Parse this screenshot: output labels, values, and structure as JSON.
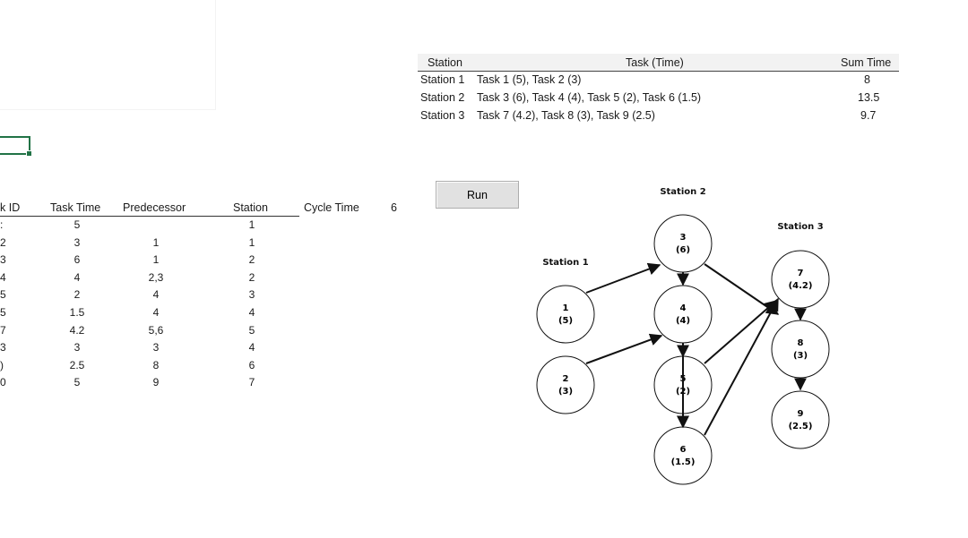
{
  "task_table": {
    "headers": {
      "task_id": "k ID",
      "task_time": "Task Time",
      "predecessor": "Predecessor",
      "station": "Station"
    },
    "cycle_time_label": "Cycle Time",
    "cycle_time_value": "6",
    "rows": [
      {
        "id": ":",
        "time": "5",
        "pred": "",
        "station": "1"
      },
      {
        "id": "2",
        "time": "3",
        "pred": "1",
        "station": "1"
      },
      {
        "id": "3",
        "time": "6",
        "pred": "1",
        "station": "2"
      },
      {
        "id": "4",
        "time": "4",
        "pred": "2,3",
        "station": "2"
      },
      {
        "id": "5",
        "time": "2",
        "pred": "4",
        "station": "3"
      },
      {
        "id": "5",
        "time": "1.5",
        "pred": "4",
        "station": "4"
      },
      {
        "id": "7",
        "time": "4.2",
        "pred": "5,6",
        "station": "5"
      },
      {
        "id": "3",
        "time": "3",
        "pred": "3",
        "station": "4"
      },
      {
        "id": ")",
        "time": "2.5",
        "pred": "8",
        "station": "6"
      },
      {
        "id": "0",
        "time": "5",
        "pred": "9",
        "station": "7"
      }
    ]
  },
  "summary_table": {
    "headers": {
      "station": "Station",
      "tasks": "Task (Time)",
      "sum": "Sum Time"
    },
    "rows": [
      {
        "station": "Station 1",
        "tasks": "Task 1 (5), Task 2 (3)",
        "sum": "8"
      },
      {
        "station": "Station 2",
        "tasks": "Task 3 (6), Task 4 (4), Task 5 (2), Task 6 (1.5)",
        "sum": "13.5"
      },
      {
        "station": "Station 3",
        "tasks": "Task 7 (4.2), Task 8 (3), Task 9 (2.5)",
        "sum": "9.7"
      }
    ]
  },
  "run_button": {
    "label": "Run"
  },
  "diagram": {
    "station_labels": [
      "Station 1",
      "Station 2",
      "Station 3"
    ],
    "nodes": [
      {
        "id": "1",
        "time": "(5)"
      },
      {
        "id": "2",
        "time": "(3)"
      },
      {
        "id": "3",
        "time": "(6)"
      },
      {
        "id": "4",
        "time": "(4)"
      },
      {
        "id": "5",
        "time": "(2)"
      },
      {
        "id": "6",
        "time": "(1.5)"
      },
      {
        "id": "7",
        "time": "(4.2)"
      },
      {
        "id": "8",
        "time": "(3)"
      },
      {
        "id": "9",
        "time": "(2.5)"
      }
    ]
  }
}
